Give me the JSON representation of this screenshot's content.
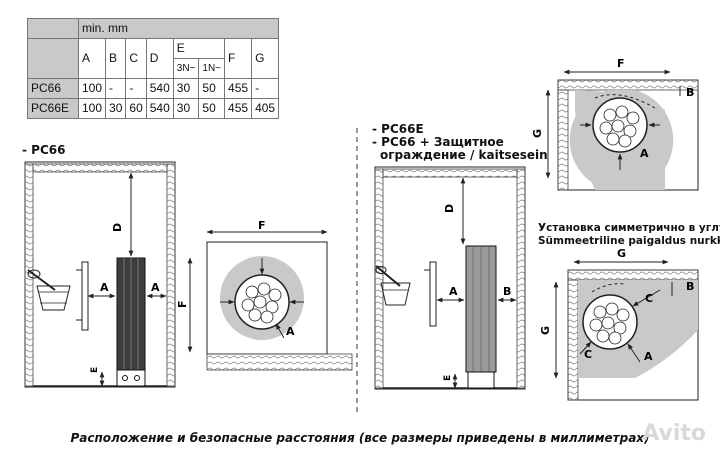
{
  "table": {
    "units": "min. mm",
    "headers": [
      "A",
      "B",
      "C",
      "D",
      "E",
      "F",
      "G"
    ],
    "e_sub": [
      "3N~",
      "1N~"
    ],
    "rows": [
      {
        "model": "PC66",
        "cells": [
          "100",
          "-",
          "-",
          "540",
          "30",
          "50",
          "455",
          "-"
        ]
      },
      {
        "model": "PC66E",
        "cells": [
          "100",
          "30",
          "60",
          "540",
          "30",
          "50",
          "455",
          "405"
        ]
      }
    ]
  },
  "left_section": {
    "title": "- PC66"
  },
  "right_section": {
    "title_line1": "- PC66E",
    "title_line2": "- PC66 + Защитное",
    "title_line3": "ограждение / kaitsesein"
  },
  "corner_note": {
    "line1": "Установка симметрично в углу",
    "line2": "Sümmeetriline paigaldus nurkka"
  },
  "dim_labels": {
    "A": "A",
    "B": "B",
    "C": "C",
    "D": "D",
    "E": "E",
    "F": "F",
    "G": "G"
  },
  "caption": "Расположение и безопасные расстояния (все размеры приведены в миллиметрах)",
  "watermark": "Avito",
  "colors": {
    "line": "#222222",
    "shade": "#c9c9c9",
    "heater": "#555555"
  }
}
